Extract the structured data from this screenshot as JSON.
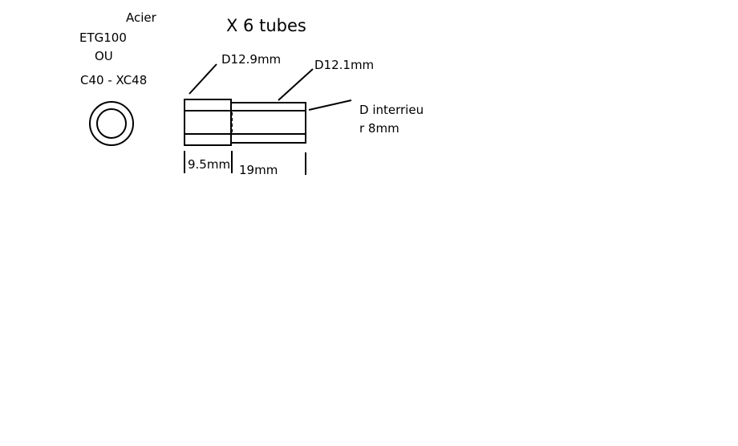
{
  "title": "X 6 tubes",
  "material": {
    "label": "Acier",
    "grade_1": "ETG100",
    "separator": "OU",
    "grade_2": "C40 - XC48"
  },
  "dimensions": {
    "large_diameter": "D12.9mm",
    "small_diameter": "D12.1mm",
    "inner_diameter_line1": "D interrieu",
    "inner_diameter_line2": "r 8mm",
    "short_length": "9.5mm",
    "long_length": "19mm"
  },
  "colors": {
    "line": "#000000",
    "background": "#ffffff"
  }
}
